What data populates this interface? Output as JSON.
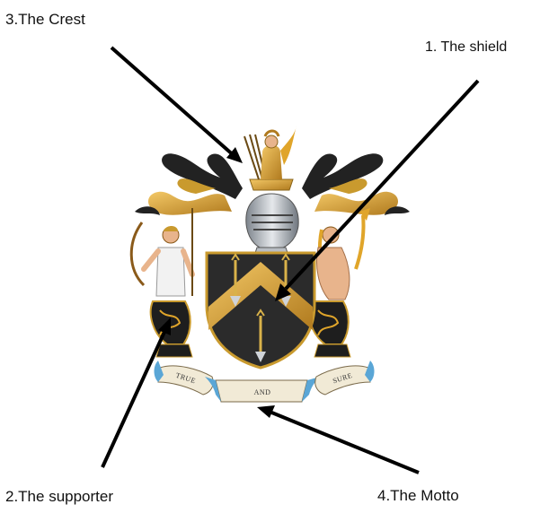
{
  "labels": {
    "crest": "3.The Crest",
    "shield": "1. The shield",
    "supporter": "2.The supporter",
    "motto": "4.The Motto"
  },
  "motto_scroll": {
    "left": "TRUE",
    "center": "AND",
    "right": "SURE"
  },
  "colors": {
    "shield_field": "#2b2b2b",
    "chevron_gold": "#e0a52a",
    "gold": "#c99a2e",
    "mantling_black": "#222222",
    "scroll_blue": "#5aa6d6",
    "scroll_cream": "#f1ead6",
    "arrow_line": "#000000",
    "silver": "#b9bec4",
    "skin": "#e8b48c"
  }
}
